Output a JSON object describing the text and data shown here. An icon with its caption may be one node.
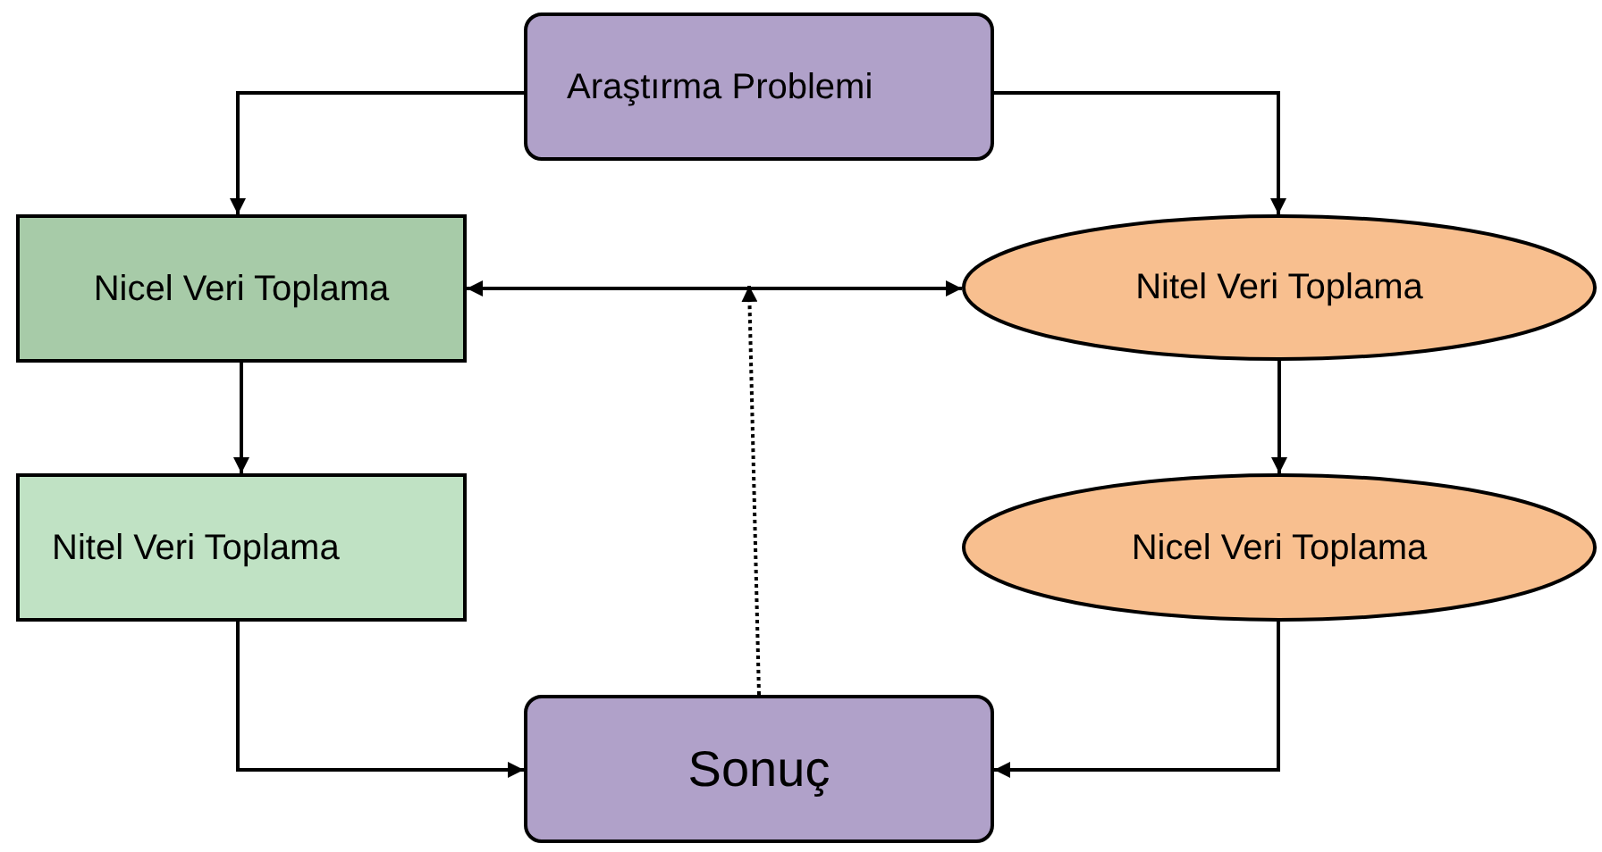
{
  "diagram": {
    "nodes": [
      {
        "text": [
          "Araştırma Problemi"
        ]
      },
      {
        "text": [
          "Nicel Veri Toplama"
        ]
      },
      {
        "text": [
          "Nitel Veri Toplama"
        ]
      },
      {
        "text": [
          "Nitel Veri Toplama"
        ]
      },
      {
        "text": [
          "Nicel Veri Toplama"
        ]
      },
      {
        "text": [
          "Sonuç"
        ]
      }
    ],
    "edges": [
      {
        "from": 0,
        "to": 1,
        "arrow": "to"
      },
      {
        "from": 0,
        "to": 2,
        "arrow": "to"
      },
      {
        "from": 1,
        "to": 2,
        "arrow": "both"
      },
      {
        "from": 1,
        "to": 3,
        "arrow": "to"
      },
      {
        "from": 2,
        "to": 4,
        "arrow": "to"
      },
      {
        "from": 3,
        "to": 5,
        "arrow": "to"
      },
      {
        "from": 4,
        "to": 5,
        "arrow": "to"
      },
      {
        "from": 5,
        "to": null,
        "arrow": "to",
        "style": "dashed"
      }
    ]
  }
}
